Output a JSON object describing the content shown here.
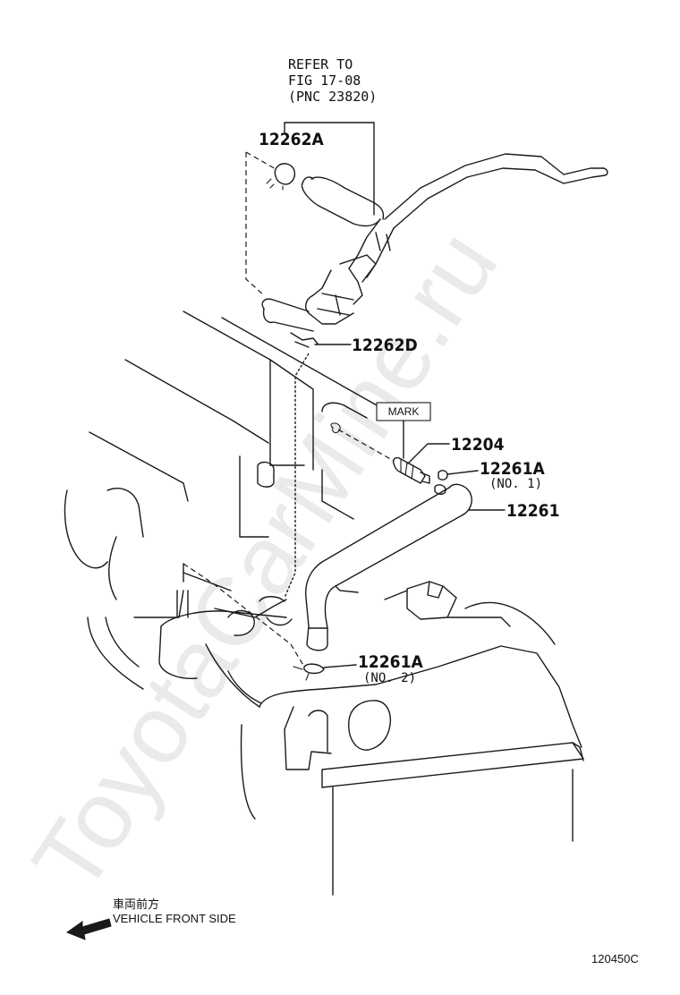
{
  "refer_note": {
    "line1": "REFER TO",
    "line2": "FIG 17-08",
    "line3": "(PNC 23820)"
  },
  "parts": {
    "p12262a": "12262A",
    "p12262d": "12262D",
    "p12204": "12204",
    "p12261a_no1": "12261A",
    "p12261a_no1_sub": "(NO. 1)",
    "p12261": "12261",
    "p12261a_no2": "12261A",
    "p12261a_no2_sub": "(NO. 2)"
  },
  "mark_label": "MARK",
  "direction": {
    "japanese": "車両前方",
    "english": "VEHICLE FRONT SIDE",
    "arrow_icon": "arrow-left-icon"
  },
  "figure_code": "120450C",
  "watermark": "ToyotaCarMine.ru"
}
